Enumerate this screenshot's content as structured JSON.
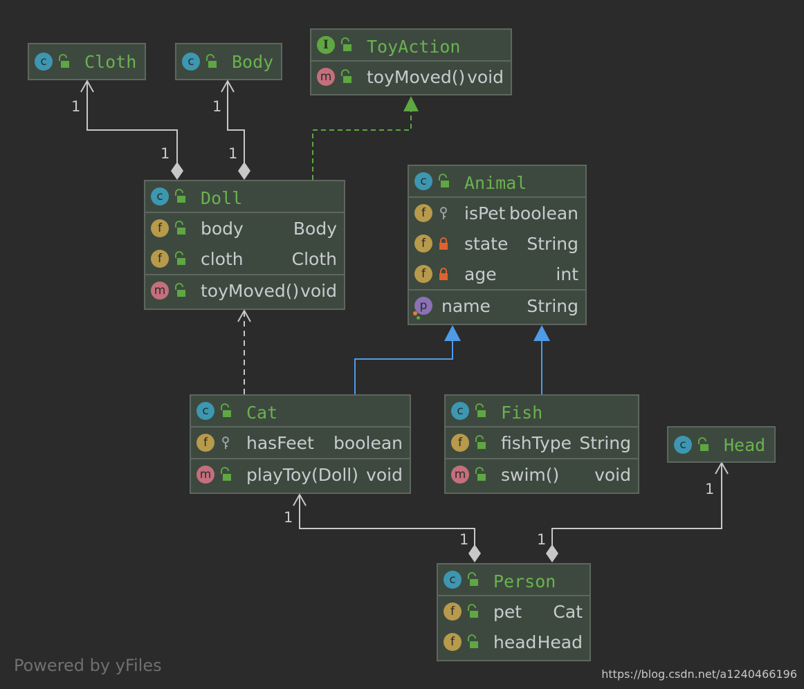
{
  "classes": {
    "cloth": {
      "title": "Cloth"
    },
    "body": {
      "title": "Body"
    },
    "toyaction": {
      "title": "ToyAction",
      "methods": [
        {
          "name": "toyMoved()",
          "type": "void"
        }
      ]
    },
    "doll": {
      "title": "Doll",
      "fields": [
        {
          "name": "body",
          "type": "Body"
        },
        {
          "name": "cloth",
          "type": "Cloth"
        }
      ],
      "methods": [
        {
          "name": "toyMoved()",
          "type": "void"
        }
      ]
    },
    "animal": {
      "title": "Animal",
      "fields": [
        {
          "name": "isPet",
          "type": "boolean"
        },
        {
          "name": "state",
          "type": "String"
        },
        {
          "name": "age",
          "type": "int"
        }
      ],
      "properties": [
        {
          "name": "name",
          "type": "String"
        }
      ]
    },
    "cat": {
      "title": "Cat",
      "fields": [
        {
          "name": "hasFeet",
          "type": "boolean"
        }
      ],
      "methods": [
        {
          "name": "playToy(Doll)",
          "type": "void"
        }
      ]
    },
    "fish": {
      "title": "Fish",
      "fields": [
        {
          "name": "fishType",
          "type": "String"
        }
      ],
      "methods": [
        {
          "name": "swim()",
          "type": "void"
        }
      ]
    },
    "head": {
      "title": "Head"
    },
    "person": {
      "title": "Person",
      "fields": [
        {
          "name": "pet",
          "type": "Cat"
        },
        {
          "name": "head",
          "type": "Head"
        }
      ]
    }
  },
  "badges": {
    "class": "c",
    "interface": "I",
    "field": "f",
    "method": "m",
    "property": "p"
  },
  "multiplicities": {
    "doll_cloth_target": "1",
    "doll_cloth_source": "1",
    "doll_body_target": "1",
    "doll_body_source": "1",
    "person_cat_target": "1",
    "person_cat_source": "1",
    "person_head_target": "1",
    "person_head_source": "1"
  },
  "colors": {
    "background": "#2b2b2b",
    "node_fill": "#3d493f",
    "node_border": "#5f6660",
    "title": "#6ab24f",
    "text": "#c8ccd0",
    "composition": "#c8c8c8",
    "inheritance": "#4e9ce8",
    "realization": "#5ea742",
    "dependency": "#c8c8c8"
  },
  "footer": "Powered by yFiles",
  "watermark": "https://blog.csdn.net/a1240466196"
}
